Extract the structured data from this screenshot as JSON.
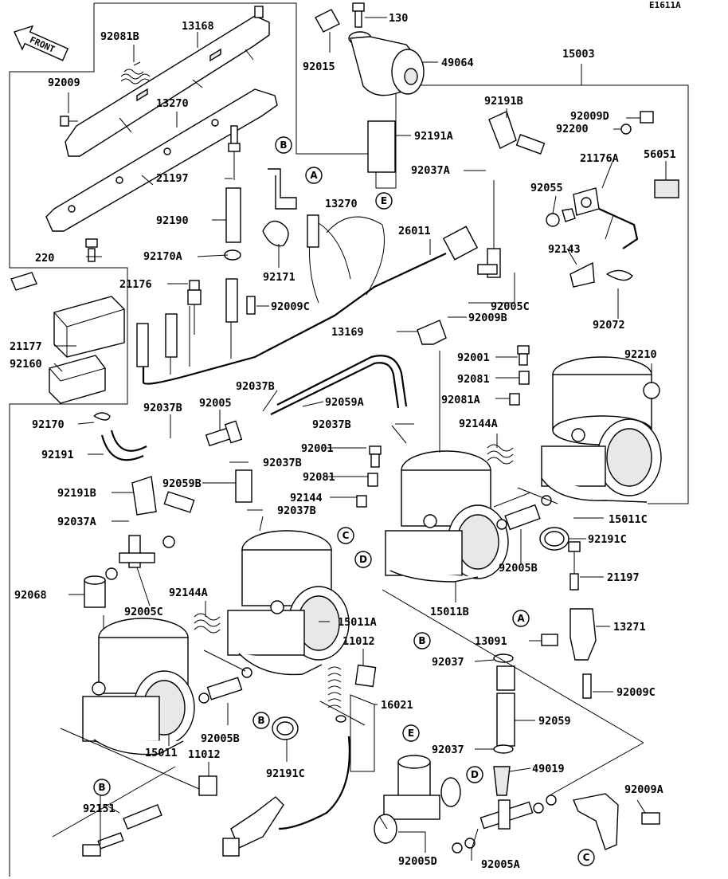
{
  "figure_code": "E1611A",
  "front_label": "FRONT",
  "callout_letters": {
    "A": "A",
    "B": "B",
    "C": "C",
    "D": "D",
    "E": "E"
  },
  "part_labels": {
    "p130": "130",
    "p49064": "49064",
    "p92015": "92015",
    "p15003": "15003",
    "p92081B": "92081B",
    "p13168": "13168",
    "p92009": "92009",
    "p13270": "13270",
    "p13270b": "13270",
    "p92191B": "92191B",
    "p92009D": "92009D",
    "p92200": "92200",
    "p92191A": "92191A",
    "p21176A": "21176A",
    "p56051": "56051",
    "p21197": "21197",
    "p92037A": "92037A",
    "p92055": "92055",
    "p92190": "92190",
    "p26011": "26011",
    "p92143": "92143",
    "p220": "220",
    "p92170A": "92170A",
    "p92171": "92171",
    "p21176": "21176",
    "p92009C": "92009C",
    "p92005C": "92005C",
    "p92009B": "92009B",
    "p92072": "92072",
    "p13169": "13169",
    "p21177": "21177",
    "p92001": "92001",
    "p92210": "92210",
    "p92160": "92160",
    "p92081": "92081",
    "p92037B": "92037B",
    "p92081A": "92081A",
    "p92005": "92005",
    "p92059A": "92059A",
    "p92170": "92170",
    "p92037Bb": "92037B",
    "p92037Bc": "92037B",
    "p92144A": "92144A",
    "p92191": "92191",
    "p92001b": "92001",
    "p92037Bd": "92037B",
    "p92081b": "92081",
    "p92191Bb": "92191B",
    "p92059B": "92059B",
    "p92144": "92144",
    "p92037Be": "92037B",
    "p15011C": "15011C",
    "p92037Ab": "92037A",
    "p92191C": "92191C",
    "p92005Bb": "92005B",
    "p21197b": "21197",
    "p92068": "92068",
    "p92144Ab": "92144A",
    "p92005Cb": "92005C",
    "p15011B": "15011B",
    "p15011A": "15011A",
    "p13271": "13271",
    "p11012": "11012",
    "p13091": "13091",
    "p92037": "92037",
    "p16021": "16021",
    "p92009Cb": "92009C",
    "p92005B": "92005B",
    "p92059": "92059",
    "p15011": "15011",
    "p11012b": "11012",
    "p92037b": "92037",
    "p92191Cb": "92191C",
    "p49019": "49019",
    "p92151": "92151",
    "p92009A": "92009A",
    "p92005D": "92005D",
    "p92005A": "92005A"
  }
}
